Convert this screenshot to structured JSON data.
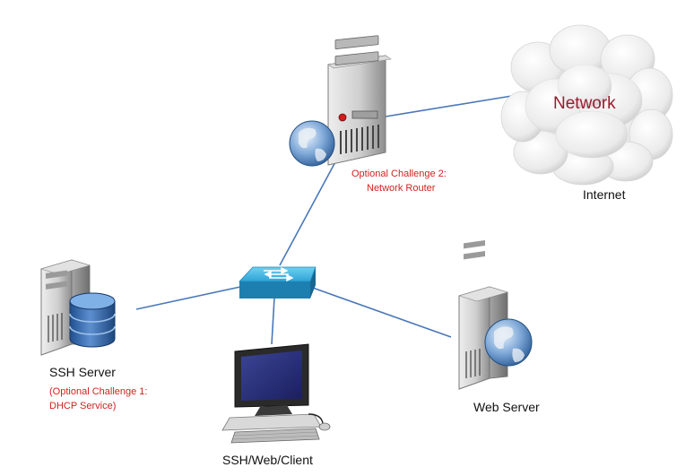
{
  "colors": {
    "link": "#4a78b8",
    "note": "#d42020",
    "cloud_text": "#9b1b30"
  },
  "nodes": {
    "internet": {
      "cloud_text": "Network",
      "label": "Internet",
      "icon": "cloud-icon"
    },
    "router": {
      "note_line1": "Optional Challenge 2:",
      "note_line2": "Network Router",
      "icon": "server-globe-icon"
    },
    "switch": {
      "icon": "network-switch-icon"
    },
    "ssh_server": {
      "label": "SSH Server",
      "note_line1": "(Optional Challenge 1:",
      "note_line2": "DHCP Service)",
      "icon": "database-server-icon"
    },
    "client": {
      "label": "SSH/Web/Client",
      "icon": "desktop-computer-icon"
    },
    "web_server": {
      "label": "Web Server",
      "icon": "server-globe-icon"
    }
  },
  "links": [
    {
      "from": "router",
      "to": "internet"
    },
    {
      "from": "switch",
      "to": "router"
    },
    {
      "from": "switch",
      "to": "ssh_server"
    },
    {
      "from": "switch",
      "to": "client"
    },
    {
      "from": "switch",
      "to": "web_server"
    }
  ]
}
